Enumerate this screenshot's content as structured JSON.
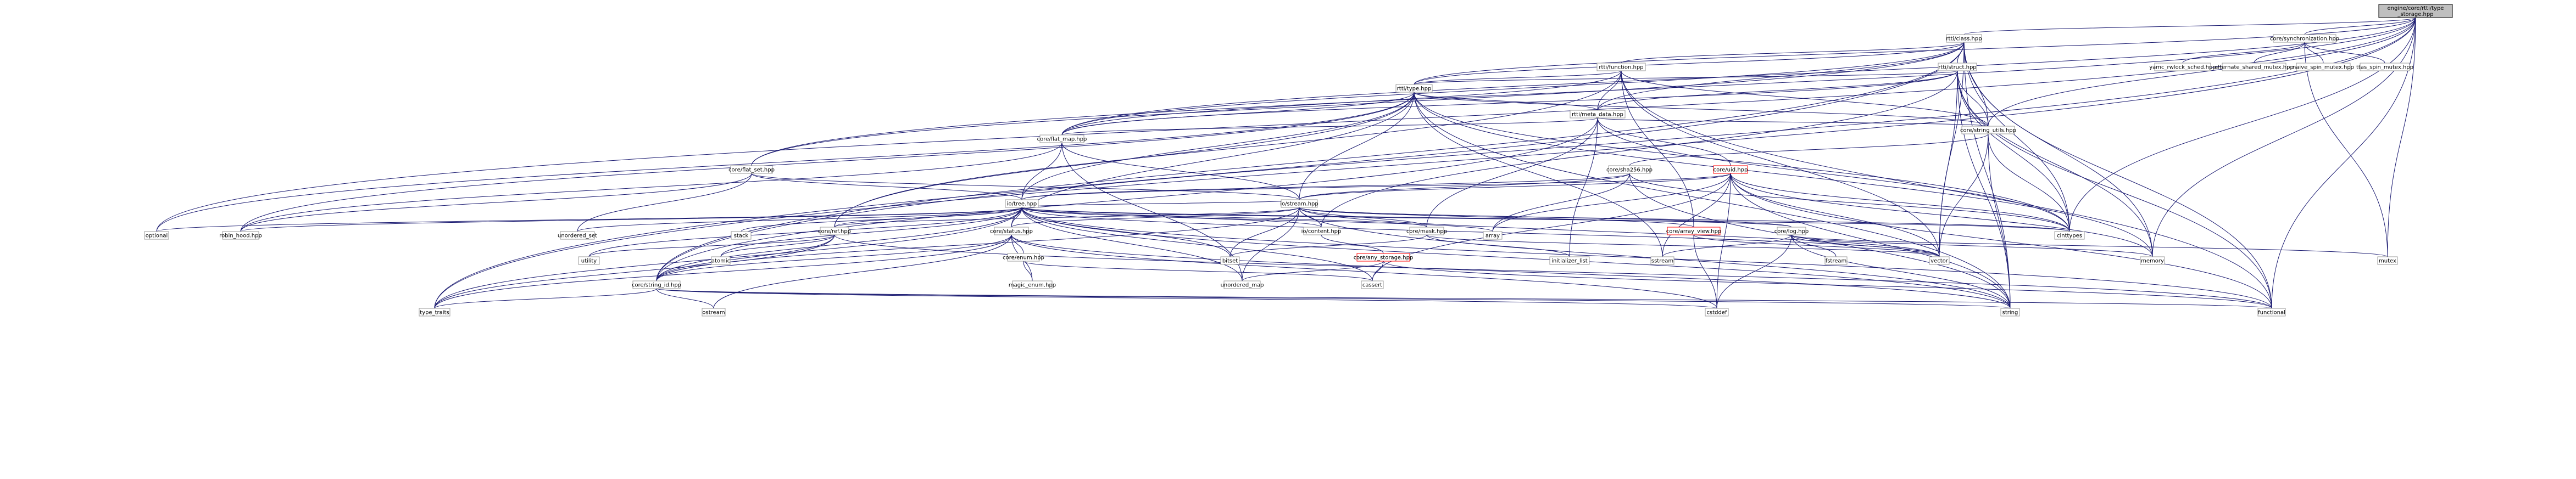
{
  "diagram": {
    "title": "",
    "nodes": [
      {
        "id": "root",
        "lines": [
          "engine/core/rtti/type",
          "_storage.hpp"
        ],
        "kind": "root"
      },
      {
        "id": "class",
        "lines": [
          "rtti/class.hpp"
        ]
      },
      {
        "id": "sync",
        "lines": [
          "core/synchronization.hpp"
        ]
      },
      {
        "id": "func",
        "lines": [
          "rtti/function.hpp"
        ]
      },
      {
        "id": "struct",
        "lines": [
          "rtti/struct.hpp"
        ]
      },
      {
        "id": "type",
        "lines": [
          "rtti/type.hpp"
        ]
      },
      {
        "id": "meta",
        "lines": [
          "rtti/meta_data.hpp"
        ]
      },
      {
        "id": "strutils",
        "lines": [
          "core/string_utils.hpp"
        ]
      },
      {
        "id": "flatmap",
        "lines": [
          "core/flat_map.hpp"
        ]
      },
      {
        "id": "flatset",
        "lines": [
          "core/flat_set.hpp"
        ]
      },
      {
        "id": "sha",
        "lines": [
          "core/sha256.hpp"
        ]
      },
      {
        "id": "uid",
        "lines": [
          "core/uid.hpp"
        ],
        "kind": "red"
      },
      {
        "id": "iotree",
        "lines": [
          "io/tree.hpp"
        ]
      },
      {
        "id": "iostream",
        "lines": [
          "io/stream.hpp"
        ]
      },
      {
        "id": "ref",
        "lines": [
          "core/ref.hpp"
        ]
      },
      {
        "id": "status",
        "lines": [
          "core/status.hpp"
        ]
      },
      {
        "id": "iocontent",
        "lines": [
          "io/content.hpp"
        ]
      },
      {
        "id": "mask",
        "lines": [
          "core/mask.hpp"
        ]
      },
      {
        "id": "arrview",
        "lines": [
          "core/array_view.hpp"
        ],
        "kind": "red"
      },
      {
        "id": "log",
        "lines": [
          "core/log.hpp"
        ]
      },
      {
        "id": "enum",
        "lines": [
          "core/enum.hpp"
        ]
      },
      {
        "id": "anystor",
        "lines": [
          "core/any_storage.hpp"
        ],
        "kind": "red"
      },
      {
        "id": "strid",
        "lines": [
          "core/string_id.hpp"
        ]
      },
      {
        "id": "optional",
        "lines": [
          "optional"
        ]
      },
      {
        "id": "robin",
        "lines": [
          "robin_hood.hpp"
        ]
      },
      {
        "id": "unset",
        "lines": [
          "unordered_set"
        ]
      },
      {
        "id": "stack",
        "lines": [
          "stack"
        ]
      },
      {
        "id": "array",
        "lines": [
          "array"
        ]
      },
      {
        "id": "cinttypes",
        "lines": [
          "cinttypes"
        ]
      },
      {
        "id": "vector",
        "lines": [
          "vector"
        ]
      },
      {
        "id": "memory",
        "lines": [
          "memory"
        ]
      },
      {
        "id": "mutex",
        "lines": [
          "mutex"
        ]
      },
      {
        "id": "yamc",
        "lines": [
          "yamc_rwlock_sched.hpp"
        ]
      },
      {
        "id": "altshared",
        "lines": [
          "alternate_shared_mutex.hpp"
        ]
      },
      {
        "id": "naive",
        "lines": [
          "naive_spin_mutex.hpp"
        ]
      },
      {
        "id": "ttas",
        "lines": [
          "ttas_spin_mutex.hpp"
        ]
      },
      {
        "id": "utility",
        "lines": [
          "utility"
        ]
      },
      {
        "id": "atomic",
        "lines": [
          "atomic"
        ]
      },
      {
        "id": "bitset",
        "lines": [
          "bitset"
        ]
      },
      {
        "id": "initlist",
        "lines": [
          "initializer_list"
        ]
      },
      {
        "id": "sstream",
        "lines": [
          "sstream"
        ]
      },
      {
        "id": "fstream",
        "lines": [
          "fstream"
        ]
      },
      {
        "id": "unmap",
        "lines": [
          "unordered_map"
        ]
      },
      {
        "id": "cassert",
        "lines": [
          "cassert"
        ]
      },
      {
        "id": "magic",
        "lines": [
          "magic_enum.hpp"
        ]
      },
      {
        "id": "typetraits",
        "lines": [
          "type_traits"
        ]
      },
      {
        "id": "ostream",
        "lines": [
          "ostream"
        ]
      },
      {
        "id": "cstddef",
        "lines": [
          "cstddef"
        ]
      },
      {
        "id": "string",
        "lines": [
          "string"
        ]
      },
      {
        "id": "functional",
        "lines": [
          "functional"
        ]
      }
    ],
    "edges": [
      [
        "root",
        "class"
      ],
      [
        "root",
        "sync"
      ],
      [
        "root",
        "type"
      ],
      [
        "root",
        "flatmap"
      ],
      [
        "root",
        "flatset"
      ],
      [
        "root",
        "strutils"
      ],
      [
        "root",
        "strid"
      ],
      [
        "root",
        "optional"
      ],
      [
        "root",
        "typetraits"
      ],
      [
        "root",
        "cinttypes"
      ],
      [
        "root",
        "memory"
      ],
      [
        "root",
        "mutex"
      ],
      [
        "root",
        "functional"
      ],
      [
        "class",
        "func"
      ],
      [
        "class",
        "struct"
      ],
      [
        "class",
        "type"
      ],
      [
        "class",
        "meta"
      ],
      [
        "class",
        "strutils"
      ],
      [
        "class",
        "flatmap"
      ],
      [
        "class",
        "flatset"
      ],
      [
        "class",
        "strid"
      ],
      [
        "class",
        "cinttypes"
      ],
      [
        "class",
        "vector"
      ],
      [
        "class",
        "memory"
      ],
      [
        "class",
        "string"
      ],
      [
        "class",
        "functional"
      ],
      [
        "class",
        "typetraits"
      ],
      [
        "sync",
        "mutex"
      ],
      [
        "sync",
        "yamc"
      ],
      [
        "sync",
        "altshared"
      ],
      [
        "sync",
        "naive"
      ],
      [
        "sync",
        "ttas"
      ],
      [
        "func",
        "type"
      ],
      [
        "func",
        "meta"
      ],
      [
        "func",
        "strutils"
      ],
      [
        "func",
        "flatmap"
      ],
      [
        "func",
        "ref"
      ],
      [
        "func",
        "arrview"
      ],
      [
        "func",
        "vector"
      ],
      [
        "func",
        "functional"
      ],
      [
        "struct",
        "type"
      ],
      [
        "struct",
        "meta"
      ],
      [
        "struct",
        "strutils"
      ],
      [
        "struct",
        "flatmap"
      ],
      [
        "struct",
        "iocontent"
      ],
      [
        "struct",
        "cinttypes"
      ],
      [
        "struct",
        "vector"
      ],
      [
        "struct",
        "memory"
      ],
      [
        "struct",
        "string"
      ],
      [
        "struct",
        "functional"
      ],
      [
        "type",
        "meta"
      ],
      [
        "type",
        "flatmap"
      ],
      [
        "type",
        "strutils"
      ],
      [
        "type",
        "iotree"
      ],
      [
        "type",
        "iostream"
      ],
      [
        "type",
        "ref"
      ],
      [
        "type",
        "status"
      ],
      [
        "type",
        "optional"
      ],
      [
        "type",
        "robin"
      ],
      [
        "type",
        "cinttypes"
      ],
      [
        "type",
        "memory"
      ],
      [
        "type",
        "string"
      ],
      [
        "type",
        "sstream"
      ],
      [
        "meta",
        "flatmap"
      ],
      [
        "meta",
        "strutils"
      ],
      [
        "meta",
        "uid"
      ],
      [
        "meta",
        "mask"
      ],
      [
        "meta",
        "initlist"
      ],
      [
        "meta",
        "strid"
      ],
      [
        "meta",
        "cinttypes"
      ],
      [
        "strutils",
        "sha"
      ],
      [
        "strutils",
        "cinttypes"
      ],
      [
        "strutils",
        "vector"
      ],
      [
        "strutils",
        "string"
      ],
      [
        "flatmap",
        "iotree"
      ],
      [
        "flatmap",
        "iostream"
      ],
      [
        "flatmap",
        "unmap"
      ],
      [
        "flatmap",
        "robin"
      ],
      [
        "flatset",
        "iotree"
      ],
      [
        "flatset",
        "iostream"
      ],
      [
        "flatset",
        "robin"
      ],
      [
        "flatset",
        "unset"
      ],
      [
        "sha",
        "iotree"
      ],
      [
        "sha",
        "iostream"
      ],
      [
        "sha",
        "array"
      ],
      [
        "sha",
        "cinttypes"
      ],
      [
        "sha",
        "string"
      ],
      [
        "uid",
        "iotree"
      ],
      [
        "uid",
        "iostream"
      ],
      [
        "uid",
        "cinttypes"
      ],
      [
        "uid",
        "functional"
      ],
      [
        "uid",
        "cstddef"
      ],
      [
        "uid",
        "sstream"
      ],
      [
        "uid",
        "array"
      ],
      [
        "uid",
        "string"
      ],
      [
        "uid",
        "vector"
      ],
      [
        "uid",
        "memory"
      ],
      [
        "uid",
        "cassert"
      ],
      [
        "iotree",
        "iostream"
      ],
      [
        "iotree",
        "ref"
      ],
      [
        "iotree",
        "status"
      ],
      [
        "iotree",
        "iocontent"
      ],
      [
        "iotree",
        "mask"
      ],
      [
        "iotree",
        "log"
      ],
      [
        "iotree",
        "strid"
      ],
      [
        "iotree",
        "optional"
      ],
      [
        "iotree",
        "robin"
      ],
      [
        "iotree",
        "unset"
      ],
      [
        "iotree",
        "stack"
      ],
      [
        "iotree",
        "array"
      ],
      [
        "iotree",
        "cinttypes"
      ],
      [
        "iotree",
        "vector"
      ],
      [
        "iotree",
        "utility"
      ],
      [
        "iotree",
        "atomic"
      ],
      [
        "iotree",
        "bitset"
      ],
      [
        "iotree",
        "unmap"
      ],
      [
        "iotree",
        "cassert"
      ],
      [
        "iotree",
        "typetraits"
      ],
      [
        "iotree",
        "functional"
      ],
      [
        "iotree",
        "string"
      ],
      [
        "iostream",
        "ref"
      ],
      [
        "iostream",
        "status"
      ],
      [
        "iostream",
        "iocontent"
      ],
      [
        "iostream",
        "mask"
      ],
      [
        "iostream",
        "log"
      ],
      [
        "iostream",
        "arrview"
      ],
      [
        "iostream",
        "strid"
      ],
      [
        "iostream",
        "cinttypes"
      ],
      [
        "iostream",
        "vector"
      ],
      [
        "iostream",
        "string"
      ],
      [
        "iostream",
        "bitset"
      ],
      [
        "iostream",
        "unmap"
      ],
      [
        "ref",
        "atomic"
      ],
      [
        "ref",
        "utility"
      ],
      [
        "ref",
        "typetraits"
      ],
      [
        "ref",
        "strid"
      ],
      [
        "ref",
        "functional"
      ],
      [
        "status",
        "enum"
      ],
      [
        "status",
        "strid"
      ],
      [
        "status",
        "magic"
      ],
      [
        "status",
        "ostream"
      ],
      [
        "status",
        "cstddef"
      ],
      [
        "status",
        "string"
      ],
      [
        "status",
        "typetraits"
      ],
      [
        "iocontent",
        "anystor"
      ],
      [
        "mask",
        "bitset"
      ],
      [
        "mask",
        "initlist"
      ],
      [
        "mask",
        "vector"
      ],
      [
        "arrview",
        "vector"
      ],
      [
        "arrview",
        "cstddef"
      ],
      [
        "log",
        "vector"
      ],
      [
        "log",
        "memory"
      ],
      [
        "log",
        "fstream"
      ],
      [
        "log",
        "string"
      ],
      [
        "log",
        "cstddef"
      ],
      [
        "log",
        "sstream"
      ],
      [
        "log",
        "mutex"
      ],
      [
        "enum",
        "magic"
      ],
      [
        "enum",
        "cassert"
      ],
      [
        "anystor",
        "cassert"
      ],
      [
        "anystor",
        "unmap"
      ],
      [
        "anystor",
        "functional"
      ],
      [
        "strid",
        "string"
      ],
      [
        "strid",
        "functional"
      ],
      [
        "strid",
        "ostream"
      ],
      [
        "strid",
        "typetraits"
      ],
      [
        "strid",
        "cstddef"
      ]
    ]
  }
}
